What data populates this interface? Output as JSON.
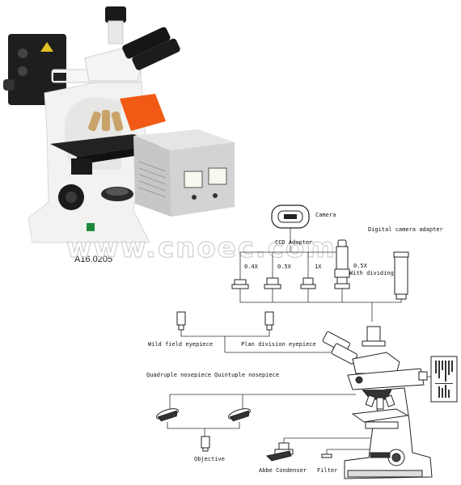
{
  "product": {
    "model": "A16.0205"
  },
  "watermark": "www.cnoec.com",
  "diagram": {
    "camera": "Camera",
    "digital_camera_adapter": "Digital camera adapter",
    "ccd_adapter": "CCD Adapter",
    "ratio_04x": "0.4X",
    "ratio_05x": "0.5X",
    "ratio_1x": "1X",
    "ratio_05x_dividing_line1": "0.5X",
    "ratio_05x_dividing_line2": "With dividing",
    "wild_field_eyepiece": "Wild field eyepiece",
    "plan_division_eyepiece": "Plan division eyepiece",
    "quadruple_nosepiece": "Quadruple nosepiece",
    "quintuple_nosepiece": "Quintuple nosepiece",
    "objective": "Objective",
    "abbe_condenser": "Abbe Condenser",
    "filter": "Filter"
  },
  "colors": {
    "body_white": "#f2f2f0",
    "body_black": "#1e1e1e",
    "filter_orange": "#f05a14",
    "psu_gray": "#d2d4d4"
  }
}
